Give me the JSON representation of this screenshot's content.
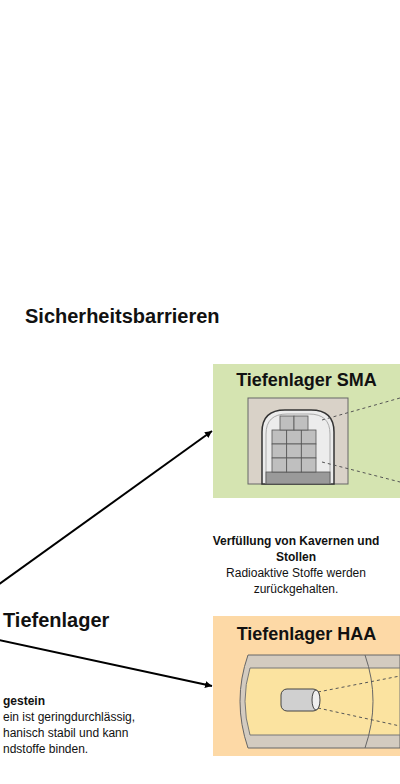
{
  "diagram": {
    "title": "Sicherheitsbarrieren",
    "nodes": [
      {
        "text": [
          "Tiefenlager"
        ]
      },
      {
        "text": [
          "Tiefenlager SMA"
        ]
      },
      {
        "text": [
          "Tiefenlager HAA"
        ]
      }
    ],
    "edges": [
      {
        "from": 0,
        "to": 1,
        "arrow": "to"
      },
      {
        "from": 0,
        "to": 2,
        "arrow": "to"
      }
    ],
    "labels": [
      "Verfüllung von Kavernen und Stollen",
      "Radioaktive Stoffe werden zurückgehalten.",
      "gestein",
      "ein ist geringdurchlässig, hanisch stabil und kann ndstoffe binden."
    ]
  }
}
